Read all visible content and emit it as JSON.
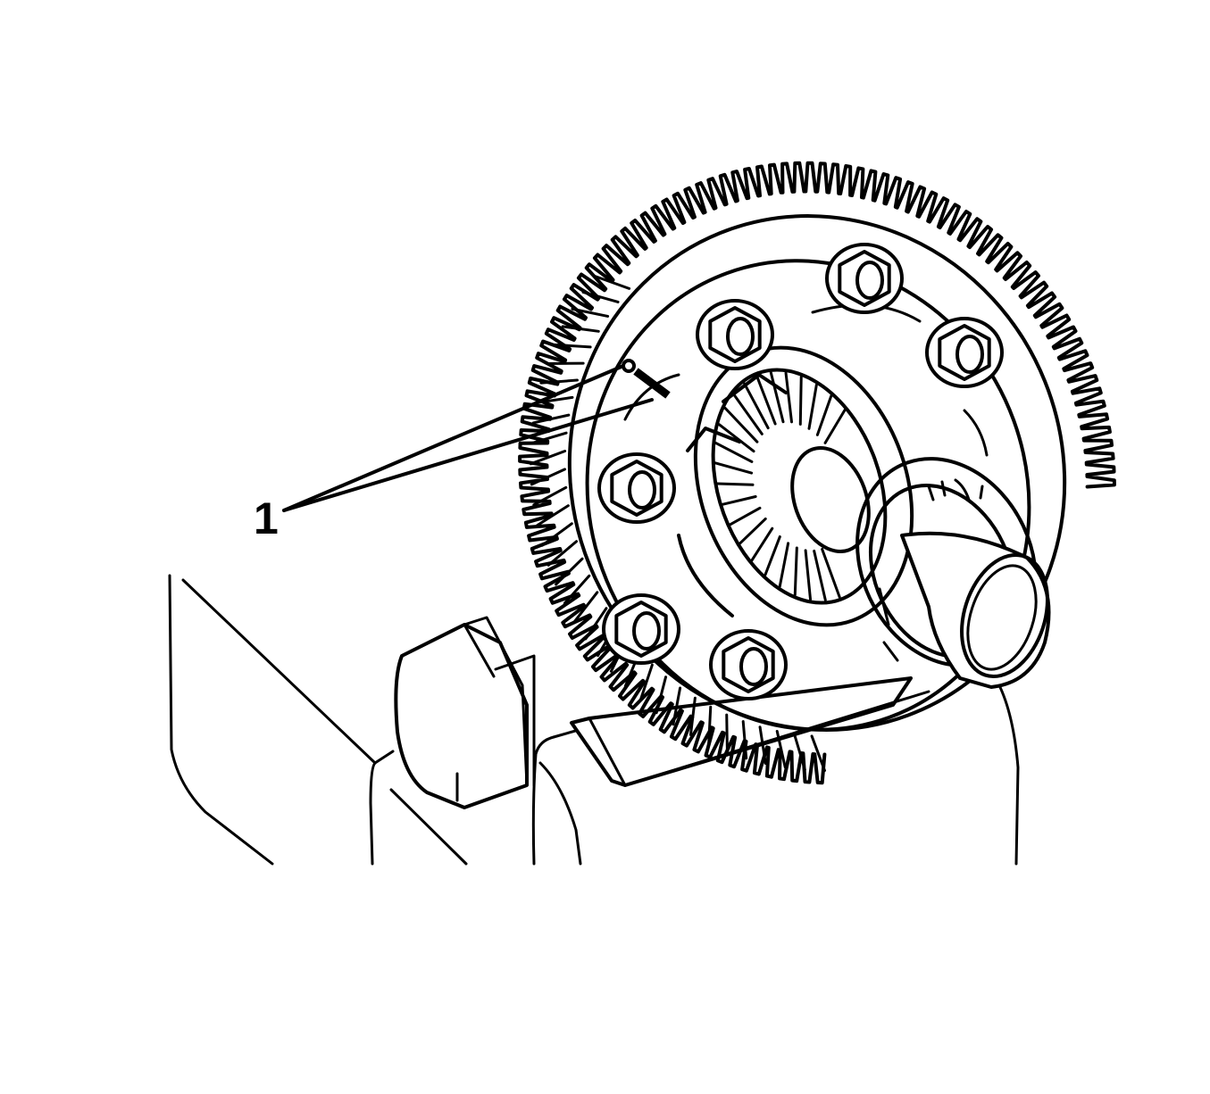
{
  "figure": {
    "type": "technical-line-illustration",
    "subject": "differential case with ring gear held in vise",
    "background_color": "#ffffff",
    "line_color": "#000000"
  },
  "callouts": [
    {
      "label": "1",
      "target": "alignment-mark-ring-gear-to-case"
    }
  ]
}
